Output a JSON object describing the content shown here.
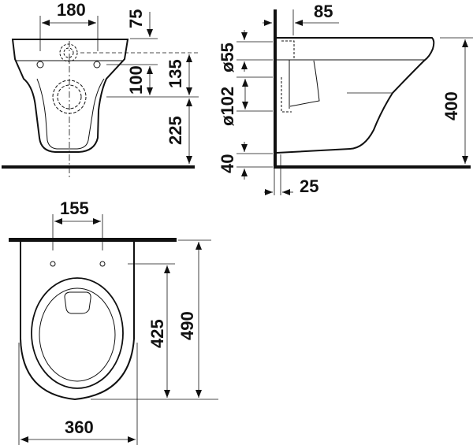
{
  "diagram": {
    "subject": "wall-hung toilet technical drawing",
    "views": {
      "front": {
        "dimensions": {
          "fixing_hole_spacing": "180",
          "top_to_inlet": "75",
          "inlet_to_outlet": "100",
          "outlet_above_fixing": "135",
          "outlet_height_from_floor": "225"
        }
      },
      "side": {
        "dimensions": {
          "inlet_depth": "85",
          "inlet_diameter": "ø55",
          "outlet_diameter": "ø102",
          "bottom_gap": "40",
          "wall_gap": "25",
          "total_height": "400"
        }
      },
      "top": {
        "dimensions": {
          "fixing_hole_spacing": "155",
          "hole_to_front": "425",
          "total_length": "490",
          "width": "360"
        }
      }
    },
    "colors": {
      "line": "#111111",
      "background": "#ffffff"
    }
  }
}
